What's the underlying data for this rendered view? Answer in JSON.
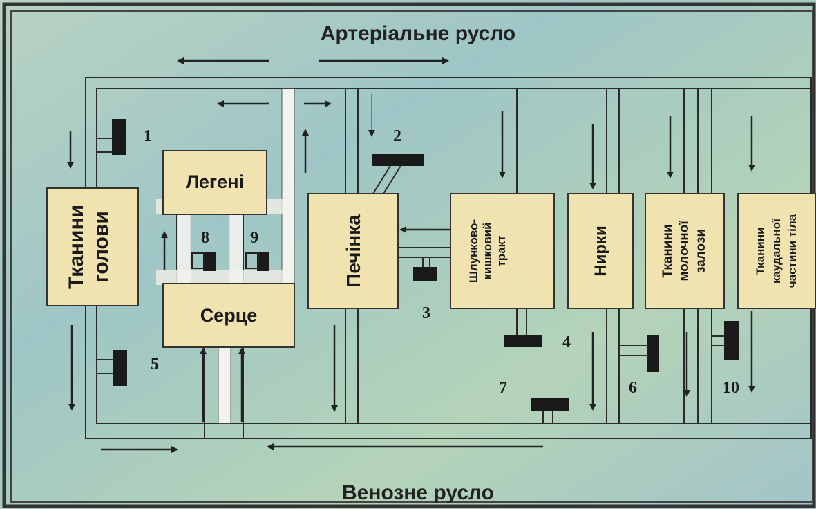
{
  "titles": {
    "arterial": "Артеріальне русло",
    "venous": "Венозне русло"
  },
  "organs": {
    "head": [
      "Тканини",
      "голови"
    ],
    "lungs": "Легені",
    "heart": "Серце",
    "liver": "Печінка",
    "gi": [
      "Шлунково-",
      "кишковий",
      "тракт"
    ],
    "kidneys": "Нирки",
    "mammary": [
      "Тканини",
      "молочної",
      "залози"
    ],
    "caudal": [
      "Тканини",
      "каудальної",
      "частини тіла"
    ]
  },
  "sites": [
    "1",
    "2",
    "3",
    "4",
    "5",
    "6",
    "7",
    "8",
    "9",
    "10"
  ],
  "colors": {
    "background": "#a9cbc0",
    "line": "#2a2a2a",
    "box_fill": "#f0e3b0",
    "probe": "#1a1a1a",
    "light_vessel": "#f2f2ee"
  }
}
